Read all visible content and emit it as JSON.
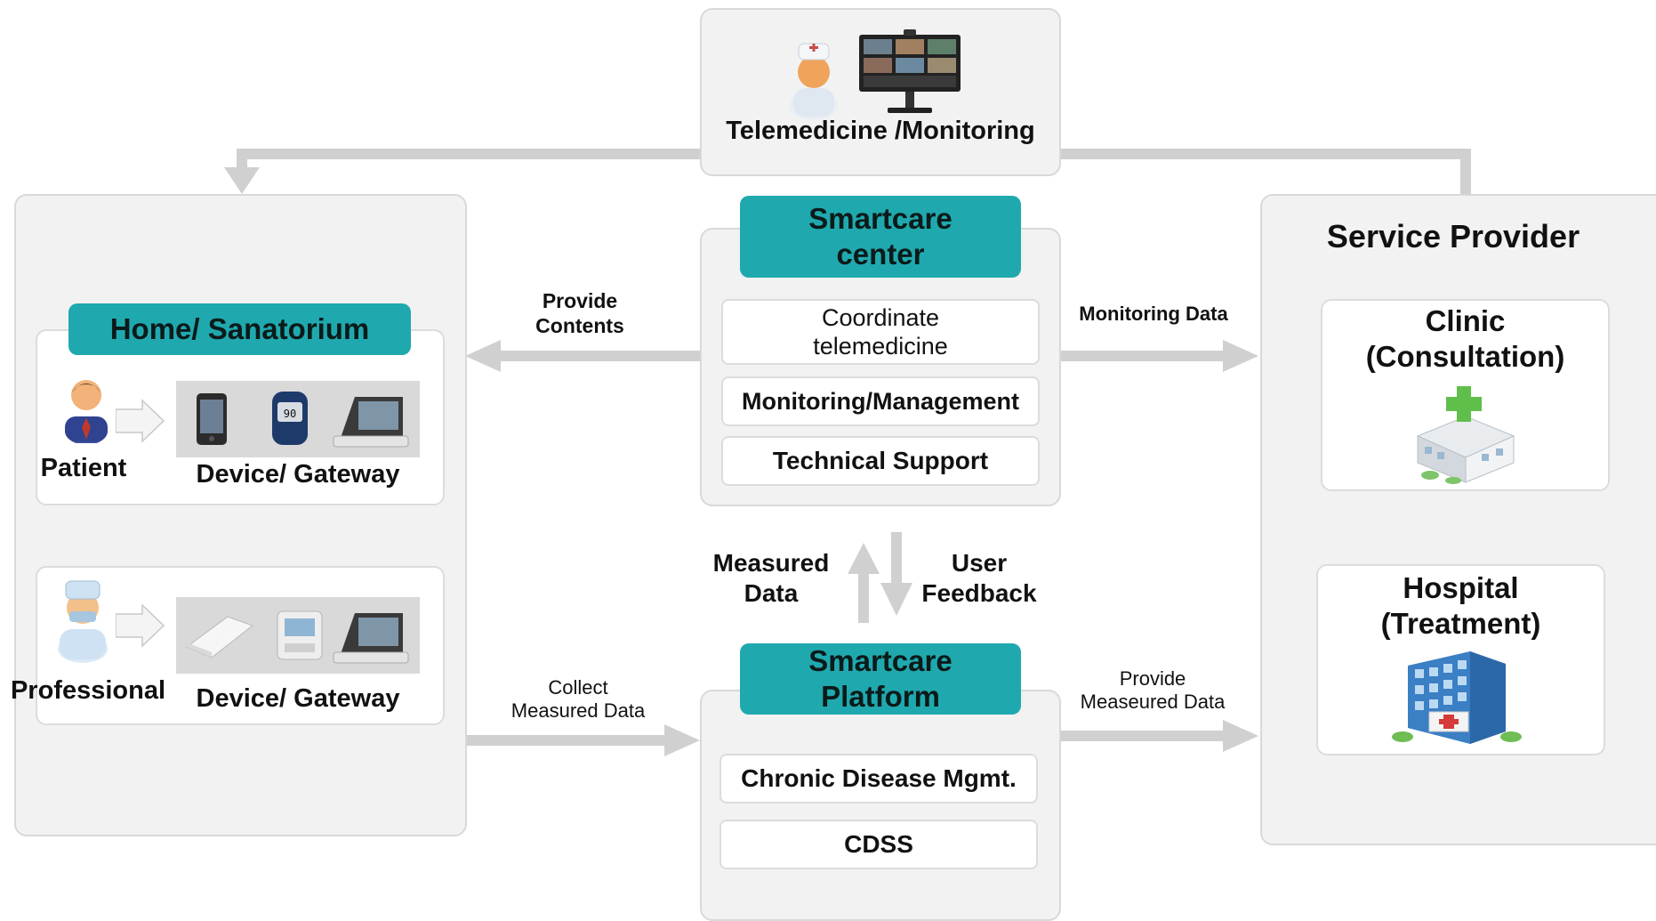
{
  "telemedicine": {
    "label": "Telemedicine /Monitoring"
  },
  "center": {
    "title": "Smartcare\ncenter",
    "items": [
      "Coordinate\ntelemedicine",
      "Monitoring/Management",
      "Technical Support"
    ]
  },
  "platform": {
    "title": "Smartcare\nPlatform",
    "items": [
      "Chronic Disease Mgmt.",
      "CDSS"
    ]
  },
  "home": {
    "title": "Home/ Sanatorium",
    "patient": {
      "label": "Patient",
      "device_label": "Device/ Gateway"
    },
    "professional": {
      "label": "Professional",
      "device_label": "Device/ Gateway"
    }
  },
  "provider": {
    "title": "Service Provider",
    "clinic": "Clinic\n(Consultation)",
    "hospital": "Hospital\n(Treatment)"
  },
  "flows": {
    "provide_contents": "Provide\nContents",
    "monitoring_data": "Monitoring Data",
    "measured_data": "Measured\nData",
    "user_feedback": "User\nFeedback",
    "collect_measured": "Collect\nMeasured Data",
    "provide_measured": "Provide\nMeaseured Data"
  },
  "colors": {
    "teal": "#1fa9ae",
    "panel": "#f2f2f2",
    "arrow": "#d0d0d0"
  }
}
